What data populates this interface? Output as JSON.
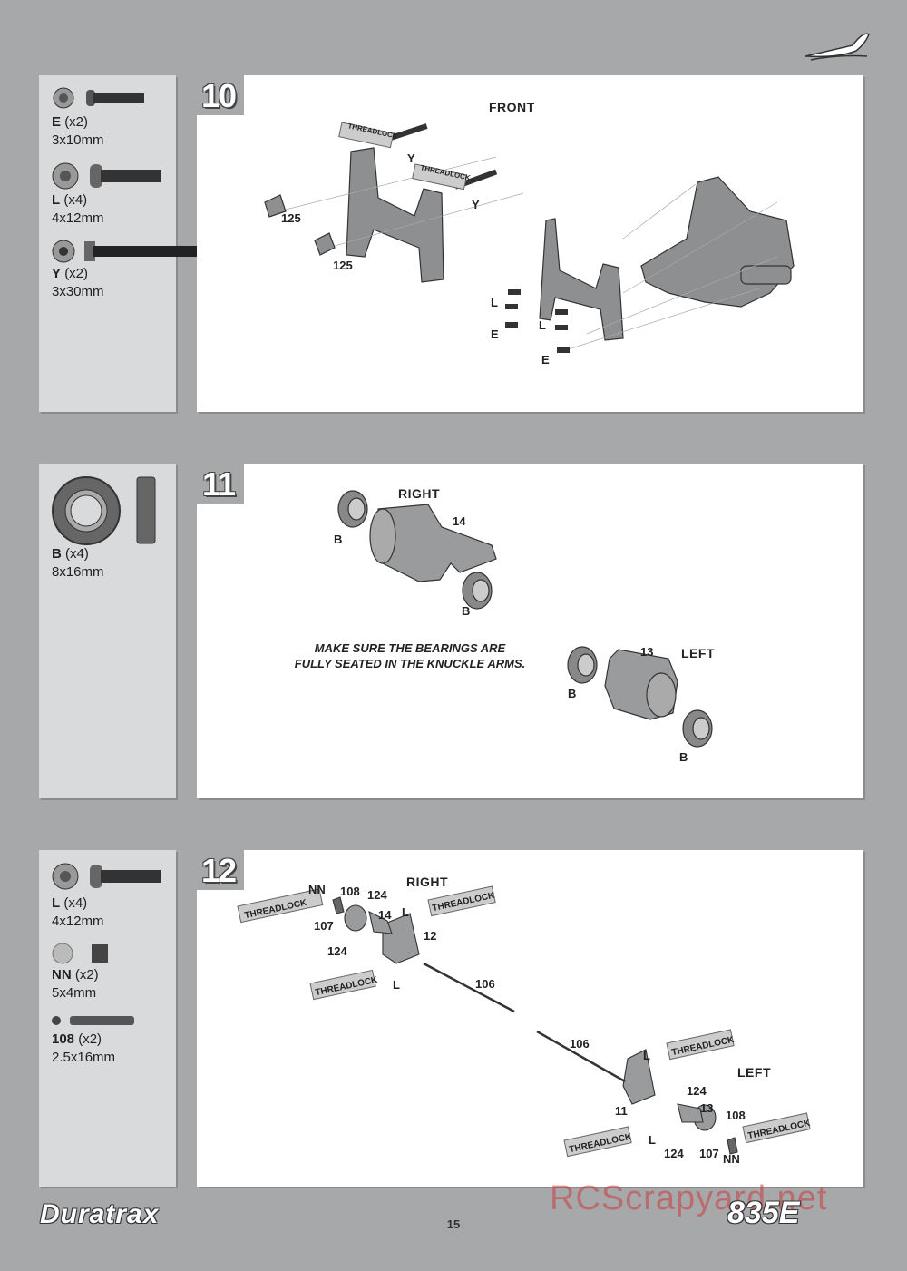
{
  "steps": [
    {
      "number": "10",
      "hardware": [
        {
          "code": "E",
          "qty": "(x2)",
          "size": "3x10mm"
        },
        {
          "code": "L",
          "qty": "(x4)",
          "size": "4x12mm"
        },
        {
          "code": "Y",
          "qty": "(x2)",
          "size": "3x30mm"
        }
      ],
      "title": "FRONT",
      "labels": {
        "threadlock": "THREADLOCK",
        "y": "Y",
        "part125": "125",
        "l": "L",
        "e": "E"
      }
    },
    {
      "number": "11",
      "hardware": [
        {
          "code": "B",
          "qty": "(x4)",
          "size": "8x16mm"
        }
      ],
      "right": "RIGHT",
      "left": "LEFT",
      "note_line1": "MAKE SURE THE BEARINGS ARE",
      "note_line2": "FULLY SEATED IN THE KNUCKLE ARMS.",
      "labels": {
        "b": "B",
        "part14": "14",
        "part13": "13"
      }
    },
    {
      "number": "12",
      "hardware": [
        {
          "code": "L",
          "qty": "(x4)",
          "size": "4x12mm"
        },
        {
          "code": "NN",
          "qty": "(x2)",
          "size": "5x4mm"
        },
        {
          "code": "108",
          "qty": "(x2)",
          "size": "2.5x16mm"
        }
      ],
      "right": "RIGHT",
      "left": "LEFT",
      "labels": {
        "threadlock": "THREADLOCK",
        "nn": "NN",
        "p108": "108",
        "p124": "124",
        "p14": "14",
        "p107": "107",
        "p12": "12",
        "l": "L",
        "p106": "106",
        "p13": "13",
        "p11": "11"
      }
    }
  ],
  "footer": {
    "brand": "Duratrax",
    "page": "15",
    "model": "835E",
    "watermark": "RCScrapyard.net"
  }
}
